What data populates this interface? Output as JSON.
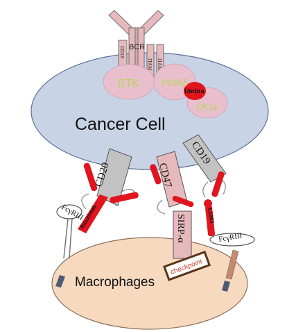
{
  "labels": {
    "bcr": "BCR",
    "cd19_top": "CD19",
    "itam_1": "ITAM",
    "itam_2": "ITAM",
    "btk": "BTK",
    "pi3k": "PI3Kδ",
    "umbra": "Umbra",
    "ck1": "CK1ε",
    "cancer_cell": "Cancer Cell",
    "cd20": "CD20",
    "cd47": "CD47",
    "cd19_mid": "CD19",
    "rituximab": "Rituximab",
    "loncastuximab": "L1901",
    "sirp": "SIRP-α",
    "fcgr_left": "FcγRIII",
    "fcgr_right": "FcγRIII",
    "macrophages": "Macrophages",
    "checkpoint": "checkpoint"
  },
  "colors": {
    "cancer_cell_fill": "#c9d3e6",
    "cancer_cell_stroke": "#5b6f96",
    "macrophage_fill": "#f6d9bf",
    "macrophage_stroke": "#8a6f5a",
    "kinase_fill": "#e9bfcd",
    "receptor_fill": "#e6b9bd",
    "antibody_red": "#e0151e",
    "kinase_text": "#b7d45d",
    "checkpoint_text": "#d23b2b",
    "checkpoint_border": "#5a3418",
    "grey_receptor": "#c2c2c2"
  }
}
